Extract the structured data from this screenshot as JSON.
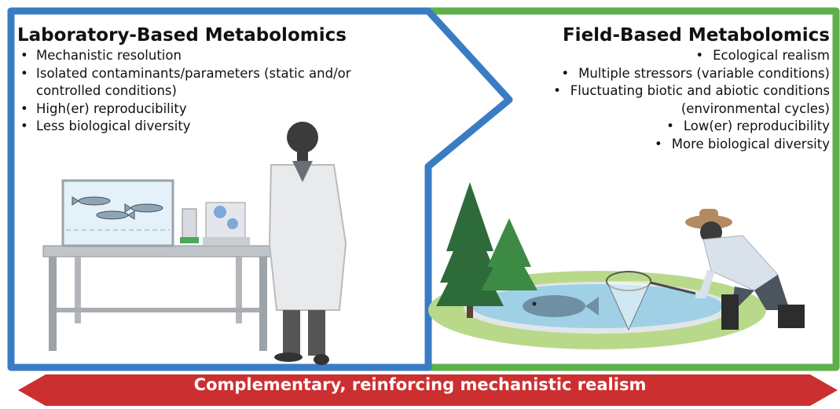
{
  "lab_panel": {
    "title": "Laboratory-Based Metabolomics",
    "border_color": "#3a7cc4",
    "bullets": [
      "Mechanistic resolution",
      "Isolated contaminants/parameters (static and/or",
      "controlled conditions)",
      "High(er) reproducibility",
      "Less biological diversity"
    ],
    "illustrations": [
      "aquarium-with-fish",
      "lab-equipment",
      "lab-table",
      "scientist-in-lab-coat"
    ]
  },
  "field_panel": {
    "title": "Field-Based Metabolomics",
    "border_color": "#5fb04a",
    "bullets": [
      "Ecological realism",
      "Multiple stressors (variable conditions)",
      "Fluctuating biotic and abiotic conditions",
      "(environmental cycles)",
      "Low(er) reproducibility",
      "More biological diversity"
    ],
    "illustrations": [
      "pine-trees",
      "pond",
      "fish",
      "dip-net",
      "field-researcher-with-hat"
    ]
  },
  "banner": {
    "text": "Complementary, reinforcing mechanistic realism",
    "color": "#cc2f2f"
  }
}
